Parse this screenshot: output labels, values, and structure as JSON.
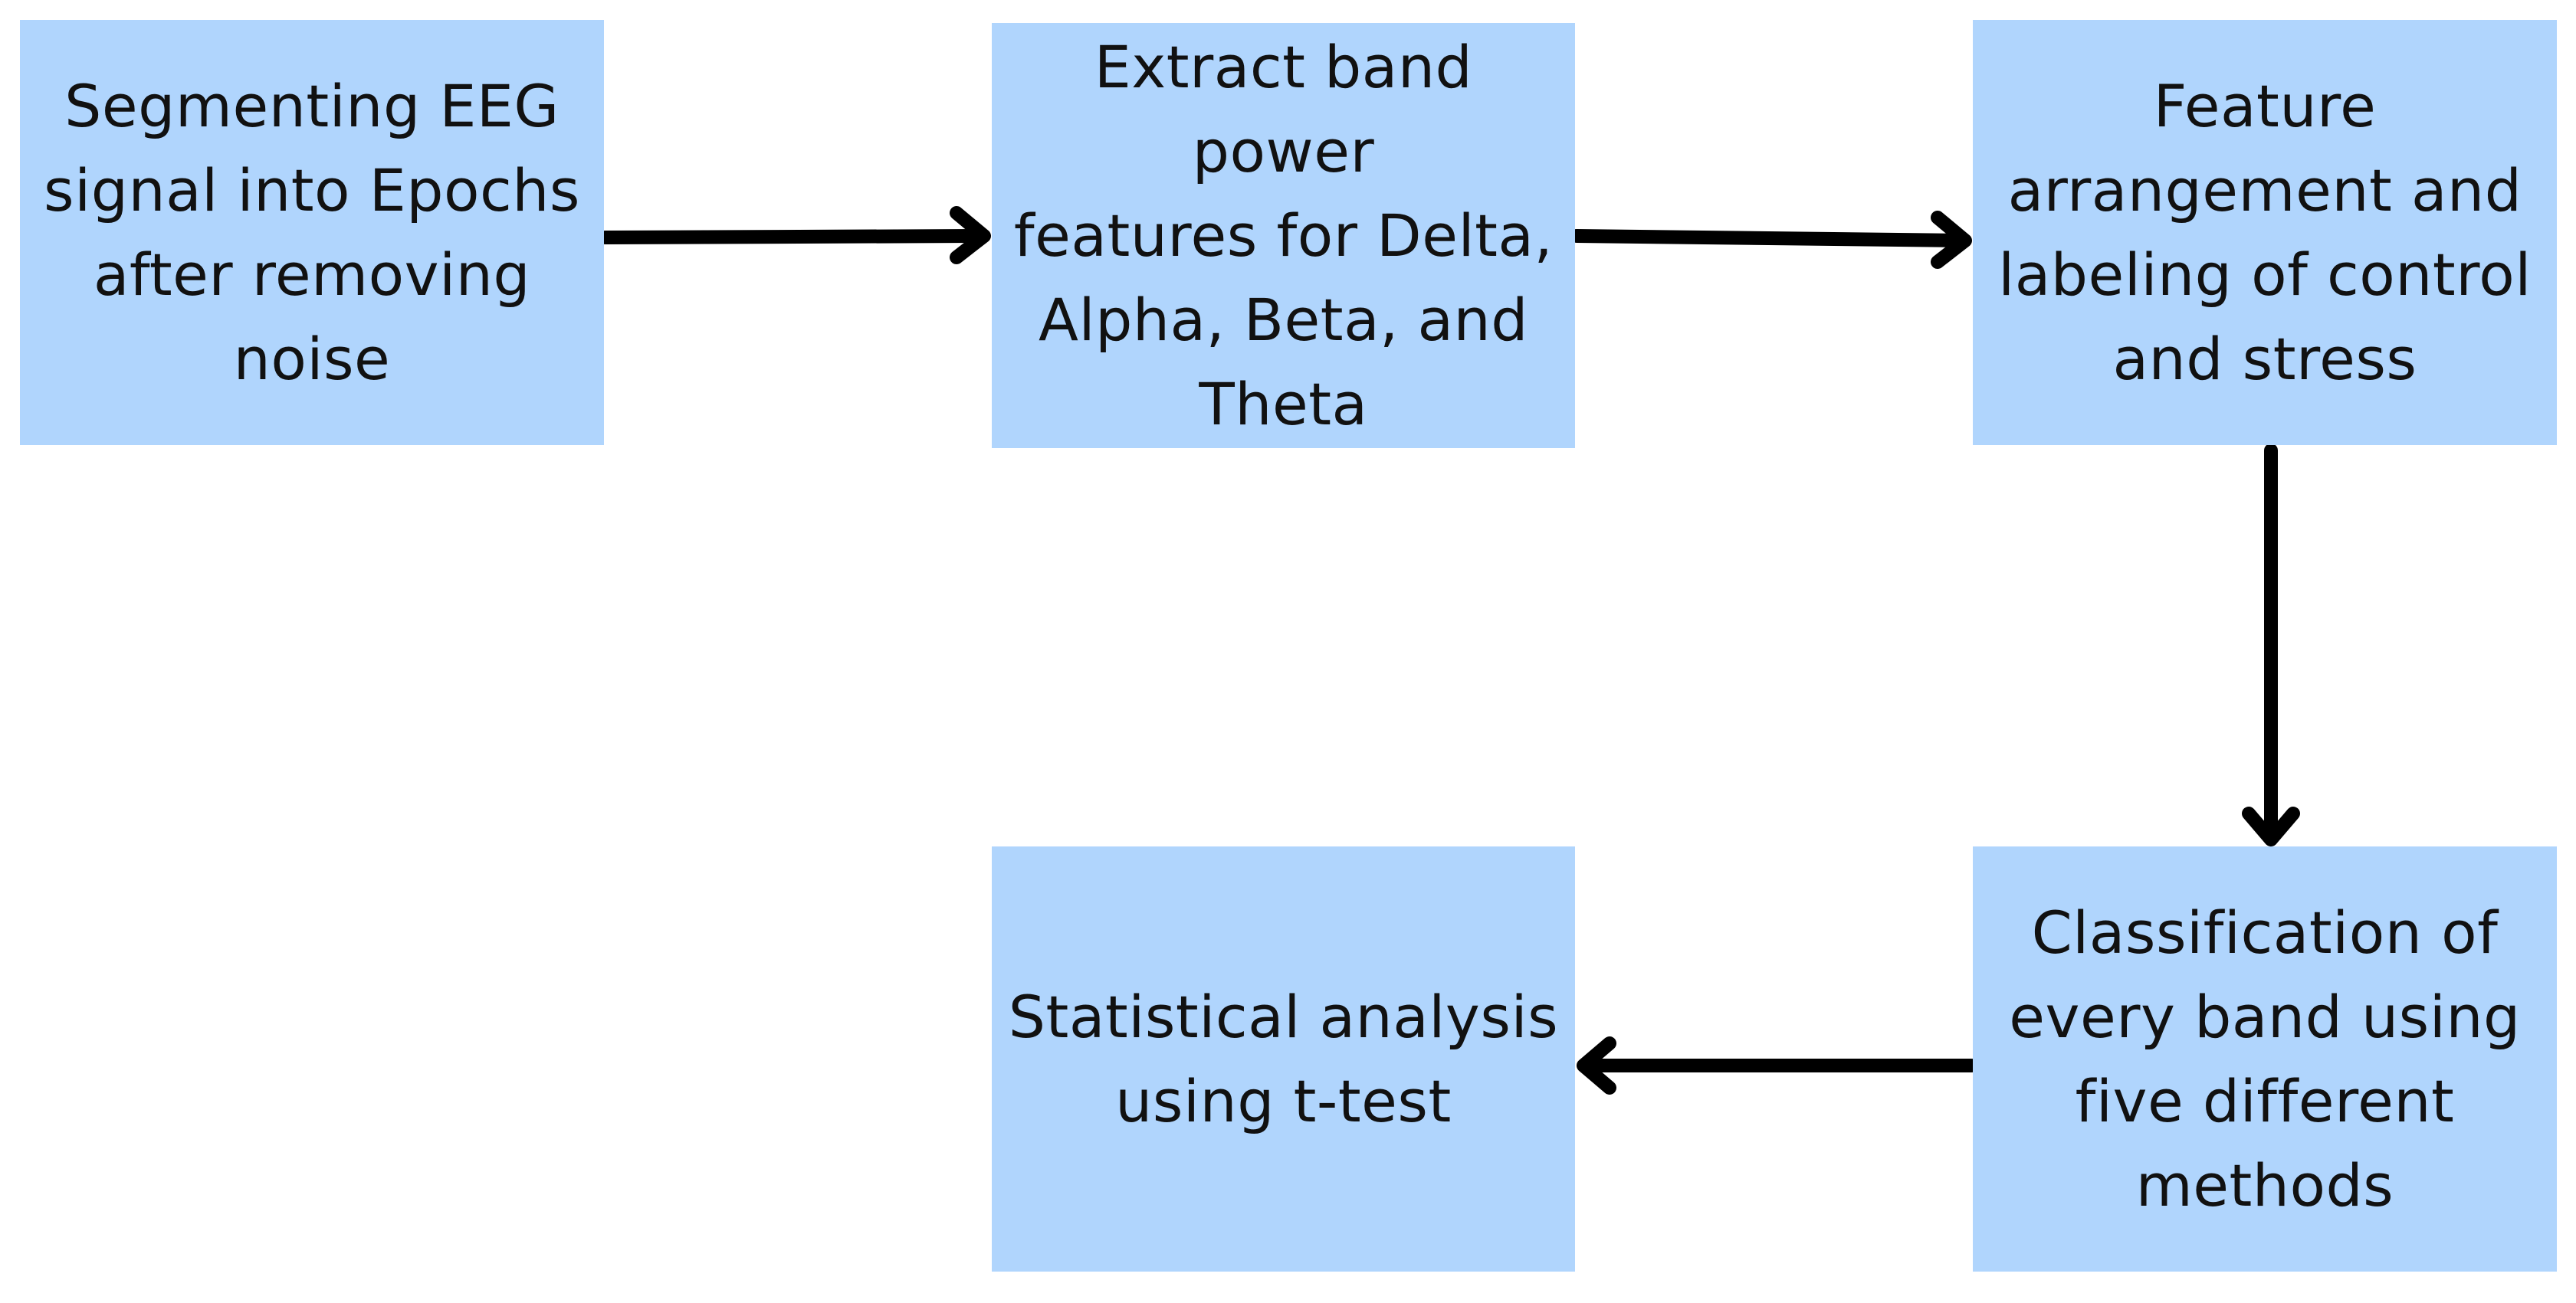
{
  "diagram": {
    "nodes": [
      {
        "id": "segment",
        "label": "Segmenting EEG\nsignal into Epochs\nafter removing\nnoise"
      },
      {
        "id": "extract",
        "label": "Extract band power\nfeatures for Delta,\nAlpha, Beta, and\nTheta"
      },
      {
        "id": "arrange",
        "label": "Feature\narrangement and\nlabeling of control\nand stress"
      },
      {
        "id": "classify",
        "label": "Classification of\nevery band using\nfive different\nmethods"
      },
      {
        "id": "stats",
        "label": "Statistical analysis\nusing t-test"
      }
    ],
    "edges": [
      {
        "from": "segment",
        "to": "extract"
      },
      {
        "from": "extract",
        "to": "arrange"
      },
      {
        "from": "arrange",
        "to": "classify"
      },
      {
        "from": "classify",
        "to": "stats"
      }
    ],
    "colors": {
      "box_fill": "#b0d5fd",
      "arrow": "#000000",
      "text": "#111111"
    }
  }
}
